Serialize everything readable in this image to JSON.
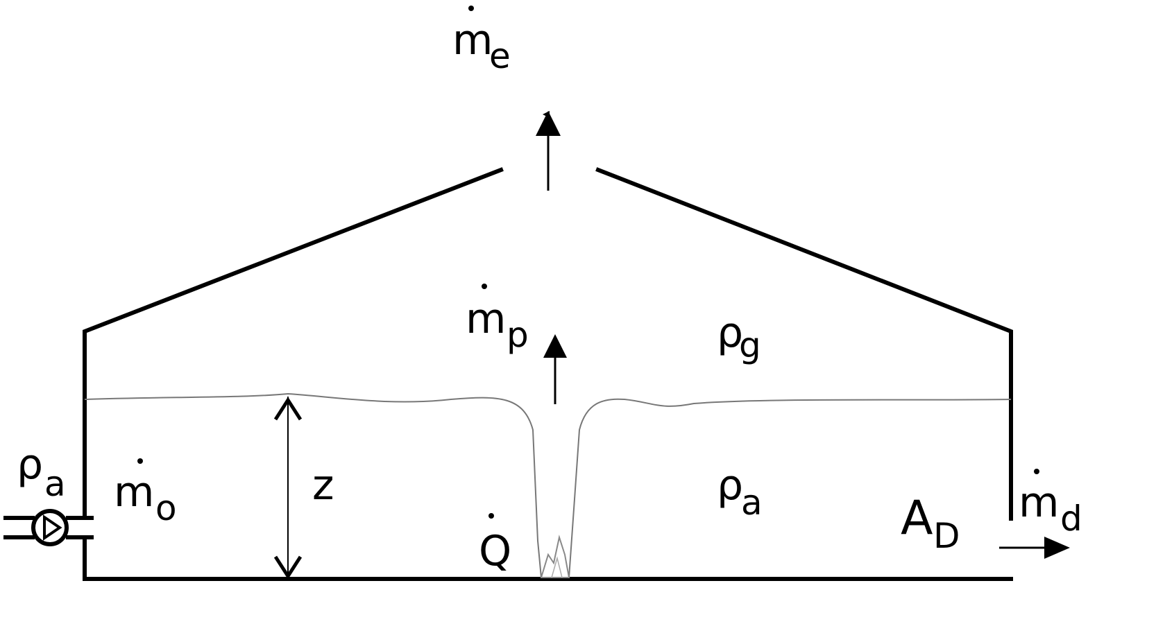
{
  "diagram": {
    "labels": {
      "exhaust_flow": {
        "symbol": "m",
        "sub": "e"
      },
      "plume_flow": {
        "symbol": "m",
        "sub": "p"
      },
      "smoke_density": {
        "symbol": "ρ",
        "sub": "g"
      },
      "ambient_density_outside": {
        "symbol": "ρ",
        "sub": "a"
      },
      "supply_flow": {
        "symbol": "m",
        "sub": "o"
      },
      "layer_height": {
        "symbol": "z"
      },
      "heat_release": {
        "symbol": "Q"
      },
      "ambient_density_inside": {
        "symbol": "ρ",
        "sub": "a"
      },
      "door_area": {
        "symbol": "A",
        "sub": "D"
      },
      "door_flow": {
        "symbol": "m",
        "sub": "d"
      }
    }
  }
}
